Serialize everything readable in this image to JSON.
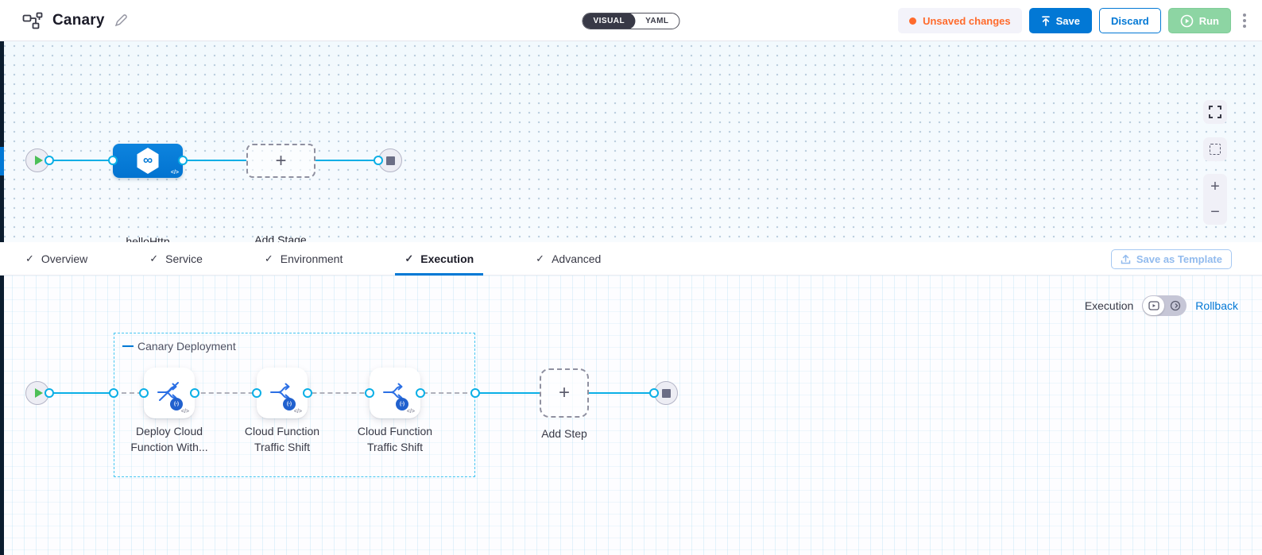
{
  "header": {
    "title": "Canary",
    "mode_toggle": {
      "visual": "VISUAL",
      "yaml": "YAML",
      "selected": "VISUAL"
    },
    "unsaved_changes": "Unsaved changes",
    "save": "Save",
    "discard": "Discard",
    "run": "Run"
  },
  "stage_canvas": {
    "stage_label": "helloHttp",
    "add_stage": "Add Stage"
  },
  "tab_bar": {
    "tabs": [
      {
        "label": "Overview"
      },
      {
        "label": "Service"
      },
      {
        "label": "Environment"
      },
      {
        "label": "Execution"
      },
      {
        "label": "Advanced"
      }
    ],
    "active_tab": "Execution",
    "save_as_template": "Save as Template"
  },
  "execution_canvas": {
    "mode_label": "Execution",
    "rollback_link": "Rollback",
    "group_title": "Canary Deployment",
    "steps": [
      {
        "line1": "Deploy Cloud",
        "line2": "Function With...",
        "badge": "(-)"
      },
      {
        "line1": "Cloud Function",
        "line2": "Traffic Shift",
        "badge": "(-)"
      },
      {
        "line1": "Cloud Function",
        "line2": "Traffic Shift",
        "badge": "(-)"
      }
    ],
    "add_step": "Add Step"
  },
  "icons": {
    "plus": "+",
    "minus": "−",
    "check": "✓",
    "code": "</>",
    "infinity": "∞"
  },
  "colors": {
    "accent_blue": "#0278d5",
    "edge_cyan": "#0aafe6",
    "unsaved_orange": "#ff6b2c",
    "run_green": "#8dd5a3",
    "group_border": "#45c6f1"
  }
}
